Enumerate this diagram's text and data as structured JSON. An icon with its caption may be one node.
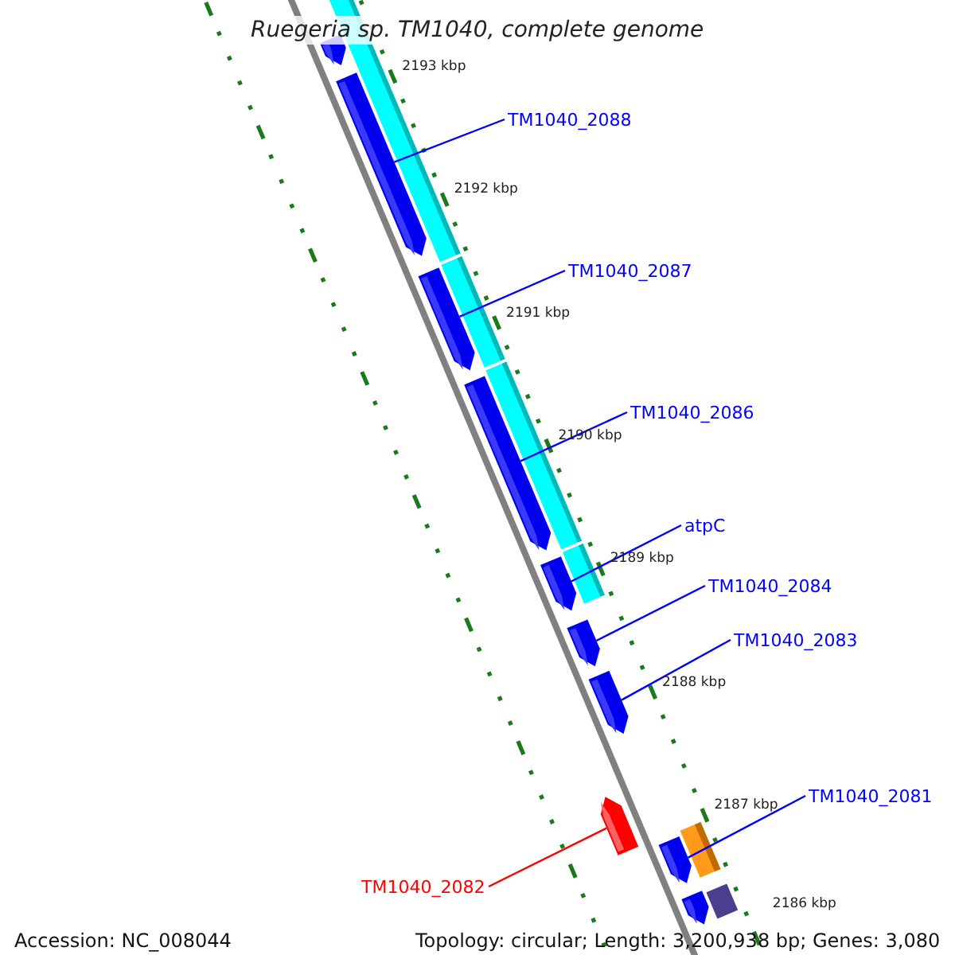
{
  "diagram": {
    "title": "Ruegeria sp. TM1040, complete genome",
    "nodes": [
      {
        "text": [],
        "shape": "arrow"
      },
      {
        "text": [
          "TM1040_2088"
        ]
      },
      {
        "text": [],
        "shape": "arrow"
      },
      {
        "text": [
          "TM1040_2087"
        ]
      },
      {
        "text": [],
        "shape": "arrow"
      },
      {
        "text": [
          "TM1040_2086"
        ]
      },
      {
        "text": [],
        "shape": "arrow"
      },
      {
        "text": [
          "atpC"
        ]
      },
      {
        "text": [],
        "shape": "arrow"
      },
      {
        "text": [
          "TM1040_2084"
        ]
      },
      {
        "text": [],
        "shape": "arrow"
      },
      {
        "text": [
          "TM1040_2083"
        ]
      },
      {
        "text": [],
        "shape": "arrow"
      },
      {
        "text": [
          "TM1040_2081"
        ]
      },
      {
        "text": [],
        "shape": "arrow"
      },
      {
        "text": [
          "TM1040_2082"
        ]
      },
      {
        "text": [],
        "shape": "arrow"
      },
      {
        "text": [],
        "shape": "arrow"
      }
    ],
    "edges": [
      {
        "from": 1,
        "to": 2,
        "arrow": "none"
      },
      {
        "from": 3,
        "to": 4,
        "arrow": "none"
      },
      {
        "from": 5,
        "to": 6,
        "arrow": "none"
      },
      {
        "from": 7,
        "to": 8,
        "arrow": "none"
      },
      {
        "from": 9,
        "to": 10,
        "arrow": "none"
      },
      {
        "from": 11,
        "to": 12,
        "arrow": "none"
      },
      {
        "from": 13,
        "to": 14,
        "arrow": "none"
      },
      {
        "from": 15,
        "to": 16,
        "arrow": "none",
        "color": "#ff0000"
      }
    ],
    "labels": [
      "2193 kbp",
      "2192 kbp",
      "2191 kbp",
      "2190 kbp",
      "2189 kbp",
      "2188 kbp",
      "2187 kbp",
      "2186 kbp",
      "Accession: NC_008044",
      "Topology: circular; Length: 3,200,938 bp; Genes: 3,080"
    ]
  }
}
